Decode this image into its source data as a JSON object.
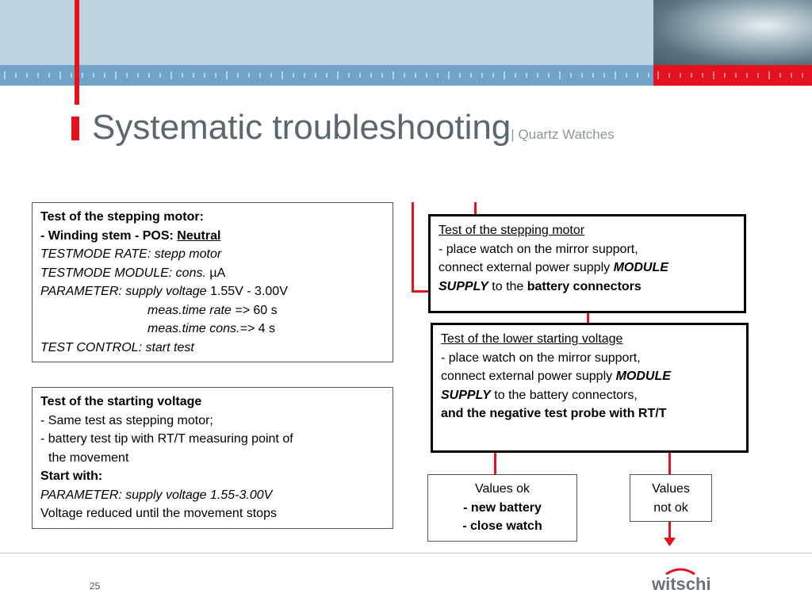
{
  "header": {
    "title": "Systematic troubleshooting",
    "subtitle": "| Quartz Watches"
  },
  "box_motor_settings": {
    "line1": "Test of the stepping motor:",
    "line2_prefix": "- Winding stem - POS: ",
    "line2_value": "Neutral",
    "line3": "TESTMODE RATE: stepp motor",
    "line4_prefix": "TESTMODE MODULE: cons. ",
    "line4_unit": "µA",
    "line5_prefix": "PARAMETER: supply voltage ",
    "line5_value": "1.55V - 3.00V",
    "line6_prefix": "meas.time rate => ",
    "line6_value": "60 s",
    "line7_prefix": "meas.time cons.=> ",
    "line7_value": "4 s",
    "line8": "TEST CONTROL: start test"
  },
  "box_starting_voltage": {
    "line1": "Test of the starting voltage",
    "line2": "- Same test as stepping motor;",
    "line3": "- battery test tip with RT/T measuring point of",
    "line4": "the movement",
    "line5": "Start with:",
    "line6": "PARAMETER: supply voltage 1.55-3.00V",
    "line7": "Voltage reduced until the movement stops"
  },
  "box_motor_procedure": {
    "heading": "Test of the stepping motor",
    "line2": "- place watch on the mirror support,",
    "line3_prefix": "connect external power supply ",
    "line3_bold": "MODULE",
    "line4_bold_italic": "SUPPLY",
    "line4_mid": " to the ",
    "line4_bold": "battery connectors"
  },
  "box_lower_voltage": {
    "heading": "Test of the lower starting voltage",
    "line2": "- place watch on the mirror support,",
    "line3_prefix": "connect external power supply ",
    "line3_bold": "MODULE",
    "line4_bold_italic": "SUPPLY",
    "line4_rest": " to the battery connectors,",
    "line5": "and the negative test probe with RT/T"
  },
  "result_ok": {
    "line1": "Values ok",
    "line2": "- new battery",
    "line3": "- close watch"
  },
  "result_not_ok": {
    "line1": "Values",
    "line2": "not ok"
  },
  "footer": {
    "page_number": "25",
    "logo_text": "witschi"
  },
  "colors": {
    "accent_red": "#e3121e",
    "banner_blue": "#bdd4e0",
    "ruler_blue": "#6fa3c8",
    "title_gray": "#5b6770"
  }
}
